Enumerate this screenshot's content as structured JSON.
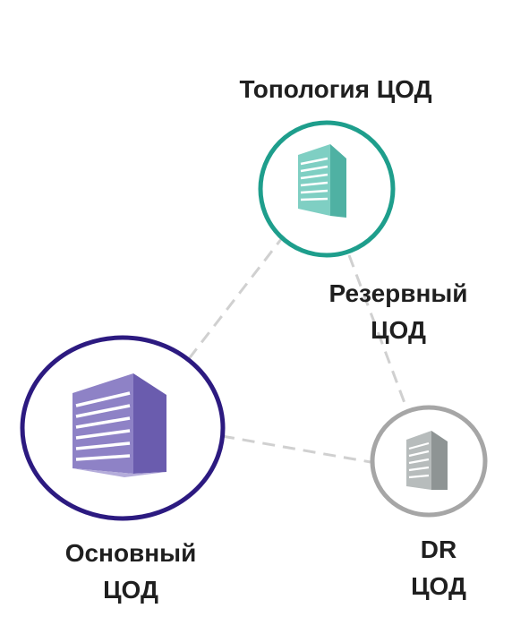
{
  "diagram": {
    "top_label": "Топология ЦОД",
    "reserve_label": [
      "Резервный",
      "ЦОД"
    ],
    "main_label": [
      "Основный",
      "ЦОД"
    ],
    "dr_label": [
      "DR",
      "ЦОД"
    ]
  },
  "colors": {
    "topology_ring": "#1e9e8c",
    "topology_building": "#7fcfc3",
    "main_ring": "#2c1a80",
    "main_building": "#8e82c6",
    "dr_ring": "#a6a6a6",
    "dr_building": "#b7bcbc",
    "connector": "#d0d0d0",
    "text": "#1f1f1f"
  },
  "icons": {
    "topology": "building-icon",
    "main": "building-icon",
    "dr": "building-icon"
  }
}
